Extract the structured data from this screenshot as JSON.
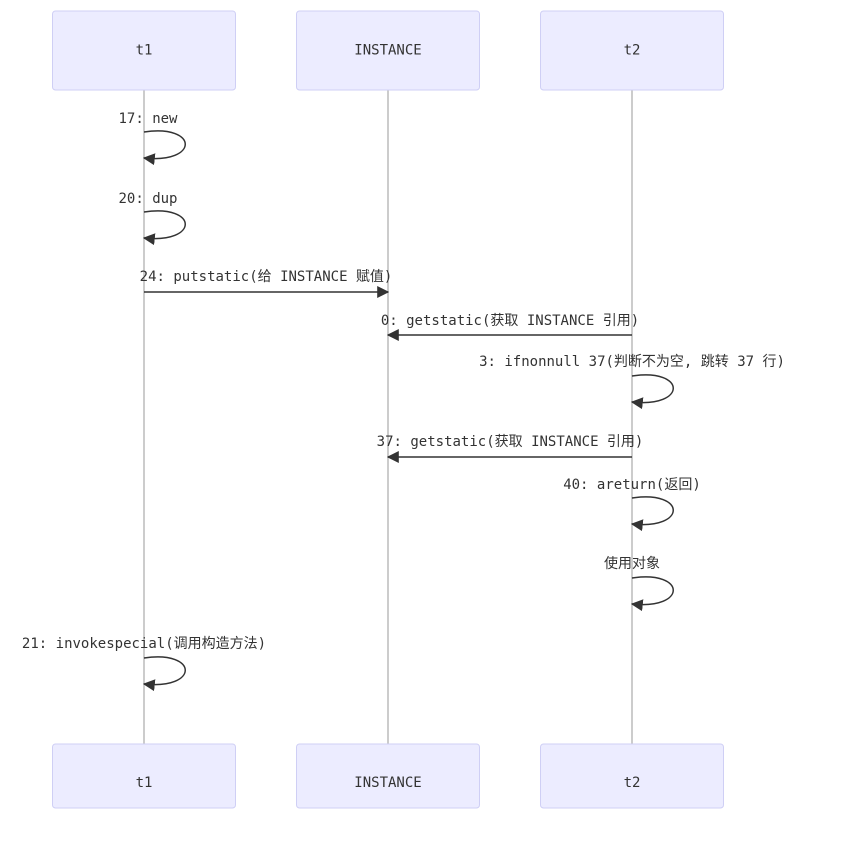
{
  "participants": [
    {
      "id": "t1",
      "label": "t1"
    },
    {
      "id": "INSTANCE",
      "label": "INSTANCE"
    },
    {
      "id": "t2",
      "label": "t2"
    }
  ],
  "messages": [
    {
      "from": "t1",
      "to": "t1",
      "label": "17: new"
    },
    {
      "from": "t1",
      "to": "t1",
      "label": "20: dup"
    },
    {
      "from": "t1",
      "to": "INSTANCE",
      "label": "24: putstatic(给 INSTANCE 赋值)"
    },
    {
      "from": "t2",
      "to": "INSTANCE",
      "label": "0: getstatic(获取 INSTANCE 引用)"
    },
    {
      "from": "t2",
      "to": "t2",
      "label": "3: ifnonnull 37(判断不为空, 跳转 37 行)"
    },
    {
      "from": "t2",
      "to": "INSTANCE",
      "label": "37: getstatic(获取 INSTANCE 引用)"
    },
    {
      "from": "t2",
      "to": "t2",
      "label": "40: areturn(返回)"
    },
    {
      "from": "t2",
      "to": "t2",
      "label": "使用对象"
    },
    {
      "from": "t1",
      "to": "t1",
      "label": "21: invokespecial(调用构造方法)"
    }
  ],
  "colors": {
    "actor_fill": "#ececff",
    "actor_stroke": "#cfcff5",
    "lifeline": "#999999",
    "line": "#333333",
    "text": "#333333"
  }
}
